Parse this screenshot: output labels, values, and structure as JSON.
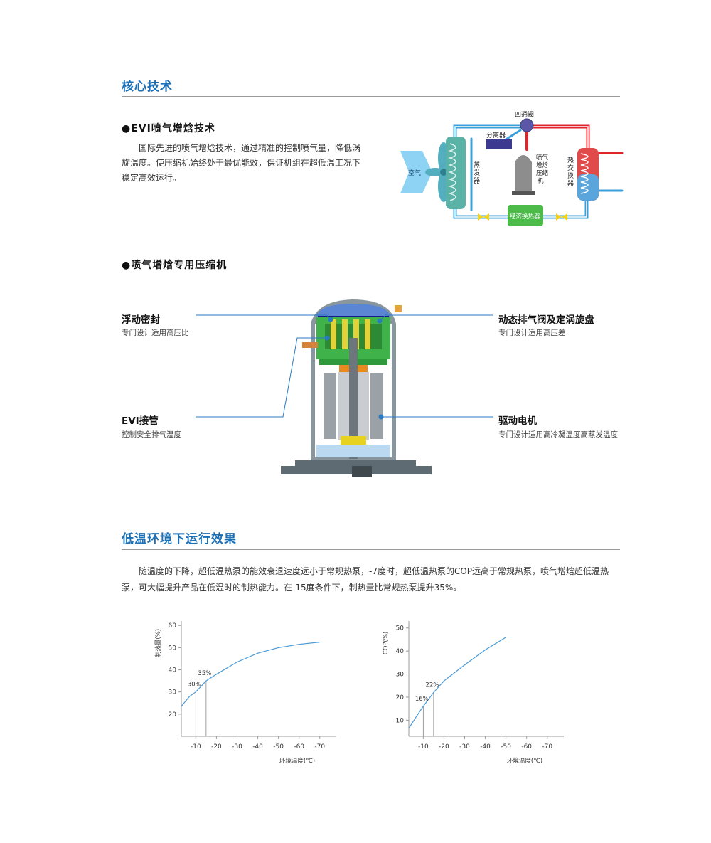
{
  "section1": {
    "title": "核心技术"
  },
  "evi": {
    "title": "●EVI喷气增焓技术",
    "paragraph": "国际先进的喷气增焓技术，通过精准的控制喷气量，降低涡旋温度。使压缩机始终处于最优能效，保证机组在超低温工况下稳定高效运行。"
  },
  "diagram": {
    "air": "空气",
    "evaporator": "蒸发器",
    "four_way_valve": "四通阀",
    "separator": "分离器",
    "compressor": "喷气增焓压缩机",
    "heat_exchanger": "热交换器",
    "economizer": "经济换热器",
    "colors": {
      "hot": "#e0252a",
      "cold": "#3aa0dc",
      "coil": "#5bb3a8",
      "economizer": "#4dbb4a"
    }
  },
  "compressor_section": {
    "title": "●喷气增焓专用压缩机"
  },
  "callouts": {
    "floating_seal": {
      "title": "浮动密封",
      "desc": "专门设计适用高压比"
    },
    "evi_pipe": {
      "title": "EVI接管",
      "desc": "控制安全排气温度"
    },
    "dynamic_valve": {
      "title": "动态排气阀及定涡旋盘",
      "desc": "专门设计适用高压差"
    },
    "motor": {
      "title": "驱动电机",
      "desc": "专门设计适用高冷凝温度高蒸发温度"
    }
  },
  "section2": {
    "title": "低温环境下运行效果",
    "paragraph": "随温度的下降，超低温热泵的能效衰退速度远小于常规热泵，-7度时，超低温热泵的COP远高于常规热泵，喷气增焓超低温热泵，可大幅提升产品在低温时的制热能力。在-15度条件下，制热量比常规热泵提升35%。"
  },
  "chart_data": [
    {
      "type": "line",
      "ylabel": "制热量(%)",
      "xlabel": "环境温度(℃)",
      "x_ticks": [
        "-10",
        "-20",
        "-30",
        "-40",
        "-50",
        "-60",
        "-70"
      ],
      "y_ticks": [
        "20",
        "30",
        "40",
        "50",
        "60"
      ],
      "xlim": [
        -3,
        -78
      ],
      "ylim": [
        10,
        62
      ],
      "series": [
        {
          "x": [
            -3,
            -7,
            -10,
            -15,
            -20,
            -30,
            -40,
            -50,
            -60,
            -70
          ],
          "y": [
            23.5,
            28,
            30,
            35,
            38,
            43.5,
            47.5,
            50,
            51.5,
            52.5
          ]
        }
      ],
      "annotations": [
        {
          "x": -10,
          "y": 30,
          "label": "30%"
        },
        {
          "x": -15,
          "y": 35,
          "label": "35%"
        }
      ],
      "grid": false
    },
    {
      "type": "line",
      "ylabel": "COP(%)",
      "xlabel": "环境温度(℃)",
      "x_ticks": [
        "-10",
        "-20",
        "-30",
        "-40",
        "-50",
        "-60",
        "-70"
      ],
      "y_ticks": [
        "10",
        "20",
        "30",
        "40",
        "50"
      ],
      "xlim": [
        -3,
        -78
      ],
      "ylim": [
        3,
        53
      ],
      "series": [
        {
          "x": [
            -3,
            -7,
            -10,
            -15,
            -20,
            -30,
            -40,
            -50
          ],
          "y": [
            6.5,
            12,
            16,
            22,
            27,
            34,
            40.5,
            46
          ]
        }
      ],
      "annotations": [
        {
          "x": -10,
          "y": 16,
          "label": "16%"
        },
        {
          "x": -15,
          "y": 22,
          "label": "22%"
        }
      ],
      "grid": false
    }
  ]
}
